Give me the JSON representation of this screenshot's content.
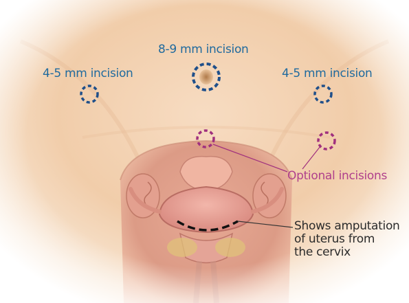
{
  "labels": {
    "center_incision": "8-9 mm incision",
    "left_incision": "4-5 mm incision",
    "right_incision": "4-5 mm incision",
    "optional": "Optional incisions",
    "amputation_line1": "Shows amputation",
    "amputation_line2": "of uterus from",
    "amputation_line3": "the cervix"
  },
  "colors": {
    "incision_blue": "#1f4f8a",
    "label_blue": "#1f6a9e",
    "optional_magenta": "#a0307e",
    "cut_line": "#111111",
    "skin": "#f3d2b3"
  }
}
